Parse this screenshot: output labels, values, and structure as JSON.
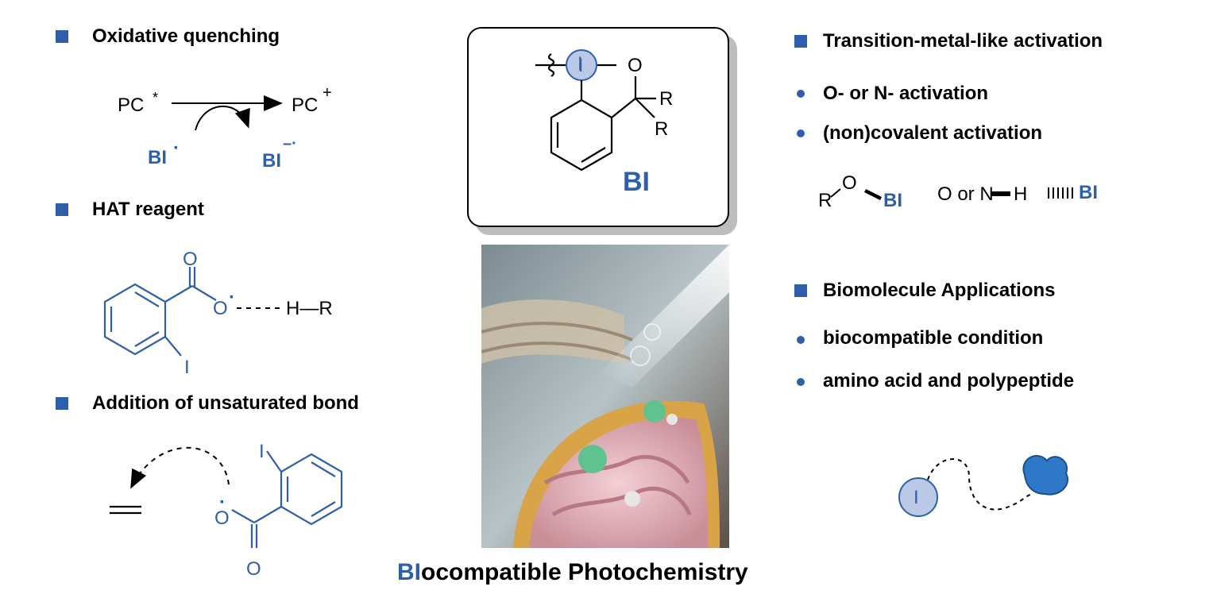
{
  "left": {
    "sections": [
      {
        "title": "Oxidative quenching"
      },
      {
        "title": "HAT reagent"
      },
      {
        "title": "Addition of unsaturated bond"
      }
    ],
    "oxidative": {
      "pc": "PC",
      "pc_star": "*",
      "pc_plus": "PC",
      "plus": "+",
      "bi_radical": "BI",
      "bi_radical_dot": "·",
      "bi_anion": "BI",
      "bi_anion_charge": "–·"
    },
    "hat": {
      "o_carbonyl": "O",
      "o_radical": "O",
      "radical_dot": "·",
      "h_r": "H—R",
      "iodine": "I"
    },
    "addition": {
      "iodine": "I",
      "o_radical": "O",
      "radical_dot": "·",
      "o_carbonyl": "O"
    }
  },
  "center": {
    "structure": {
      "iodine": "I",
      "oxygen": "O",
      "r1": "R",
      "r2": "R",
      "label": "BI"
    },
    "caption": {
      "highlight": "BI",
      "rest": "ocompatible Photochemistry"
    }
  },
  "right": {
    "sections": [
      {
        "title": "Transition-metal-like activation"
      },
      {
        "title": "Biomolecule Applications"
      }
    ],
    "activation_items": [
      "O- or N- activation",
      "(non)covalent activation"
    ],
    "bio_items": [
      "biocompatible condition",
      "amino acid and polypeptide"
    ],
    "activation_formula": {
      "r": "R",
      "o": "O",
      "bi": "BI",
      "text": "O or N",
      "h": "H",
      "bi2": "BI"
    },
    "bio_graphic": {
      "iodine": "I"
    }
  },
  "colors": {
    "accent": "#2f5fa8",
    "circle_fill": "#b9c9e6",
    "protein": "#2e78c8"
  }
}
